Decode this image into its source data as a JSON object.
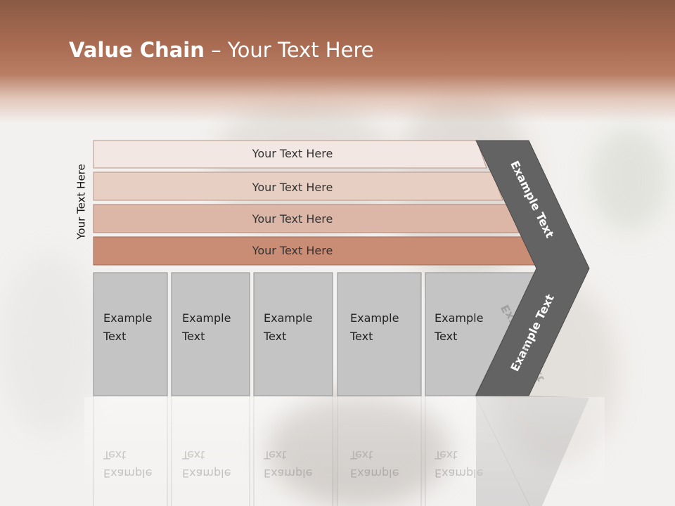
{
  "slide": {
    "title_bold": "Value Chain",
    "title_rest": " – Your Text Here",
    "side_label": "Your Text Here"
  },
  "bars": [
    {
      "label": "Your Text Here",
      "color": "#f3e7e3"
    },
    {
      "label": "Your Text Here",
      "color": "#e8cfc4"
    },
    {
      "label": "Your Text Here",
      "color": "#dcb6a6"
    },
    {
      "label": "Your Text Here",
      "color": "#c98c74"
    }
  ],
  "boxes": [
    {
      "line1": "Example",
      "line2": "Text"
    },
    {
      "line1": "Example",
      "line2": "Text"
    },
    {
      "line1": "Example",
      "line2": "Text"
    },
    {
      "line1": "Example",
      "line2": "Text"
    },
    {
      "line1": "Example",
      "line2": "Text"
    }
  ],
  "chevron": {
    "upper_text": "Example Text",
    "lower_text": "Example Text",
    "color": "#636363"
  },
  "colors": {
    "title_band": "#a86b52",
    "box_fill": "#c4c4c4",
    "box_stroke": "#8f8f8f"
  }
}
